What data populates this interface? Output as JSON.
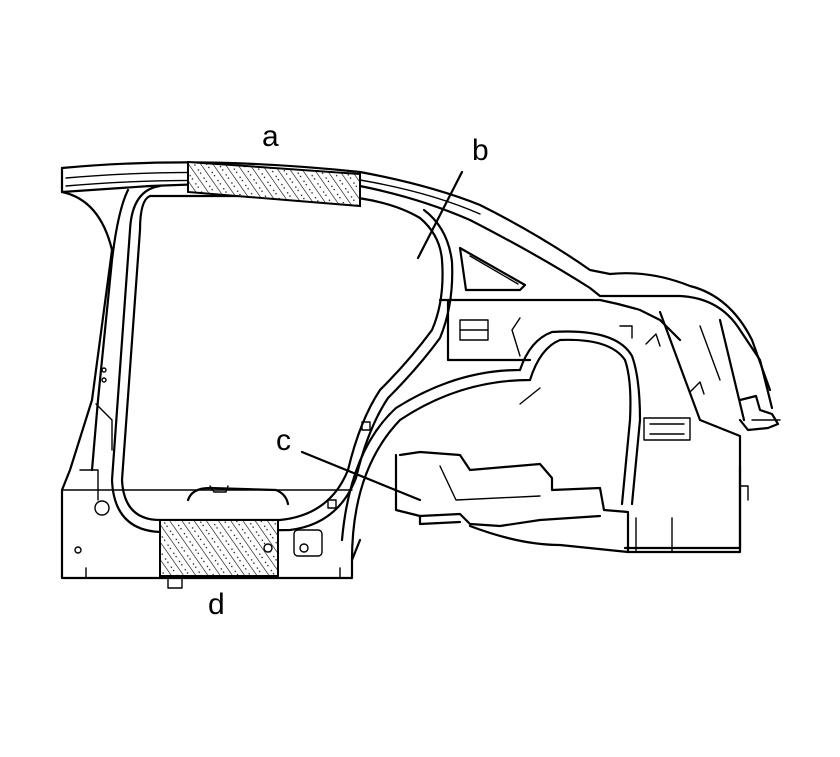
{
  "callouts": [
    {
      "id": "a",
      "label": "a"
    },
    {
      "id": "b",
      "label": "b"
    },
    {
      "id": "c",
      "label": "c"
    },
    {
      "id": "d",
      "label": "d"
    }
  ],
  "colors": {
    "line": "#000000",
    "background": "#ffffff"
  }
}
